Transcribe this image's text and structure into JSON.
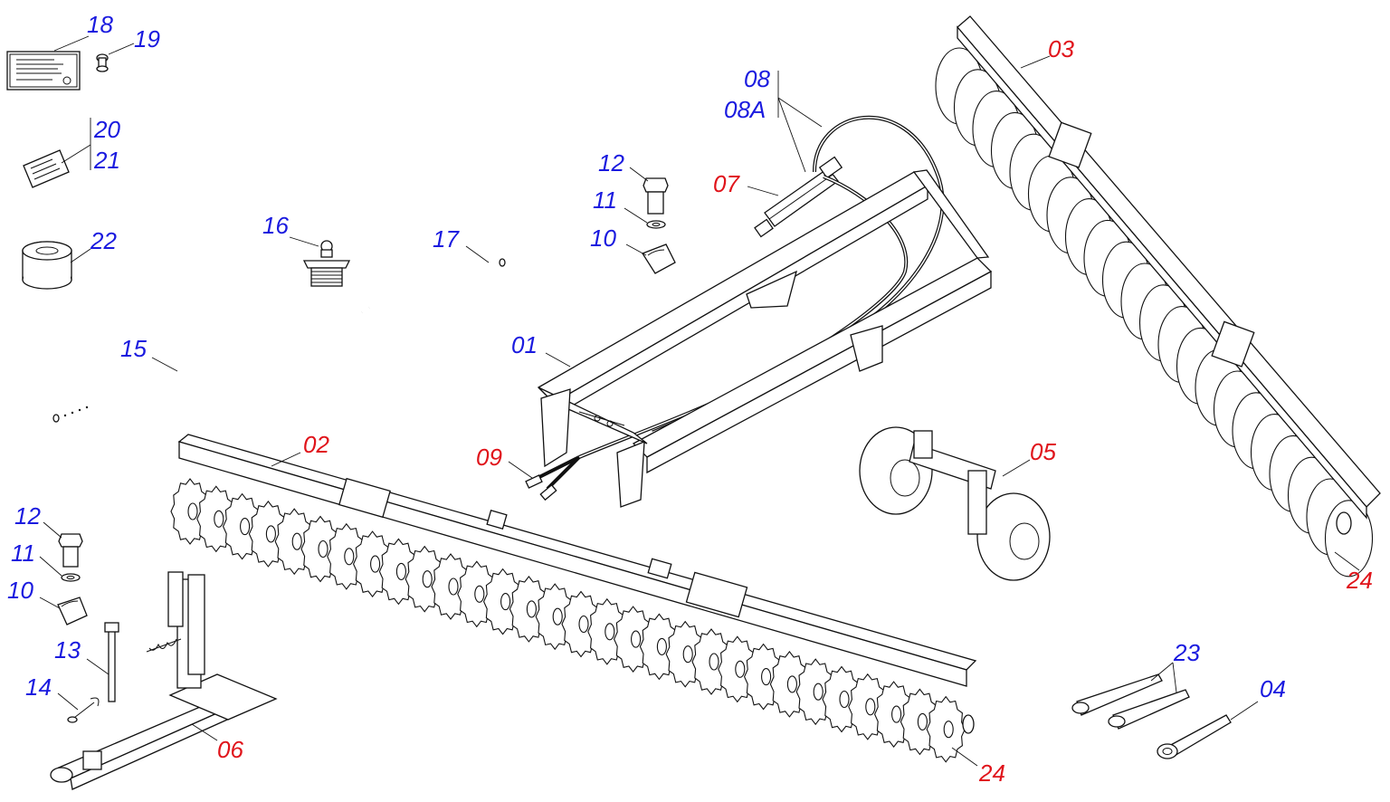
{
  "colors": {
    "blue_label": "#1a1adf",
    "red_label": "#e0141b",
    "line": "#111111",
    "background": "#ffffff"
  },
  "labels": {
    "l18": "18",
    "l19": "19",
    "l20": "20",
    "l21": "21",
    "l22": "22",
    "l16": "16",
    "l17": "17",
    "l15": "15",
    "l12a": "12",
    "l11a": "11",
    "l10a": "10",
    "l08": "08",
    "l08a": "08A",
    "l07": "07",
    "l03": "03",
    "l01": "01",
    "l02": "02",
    "l09": "09",
    "l05": "05",
    "l24a": "24",
    "l24b": "24",
    "l12b": "12",
    "l11b": "11",
    "l10b": "10",
    "l13": "13",
    "l14": "14",
    "l06": "06",
    "l23": "23",
    "l04": "04"
  }
}
